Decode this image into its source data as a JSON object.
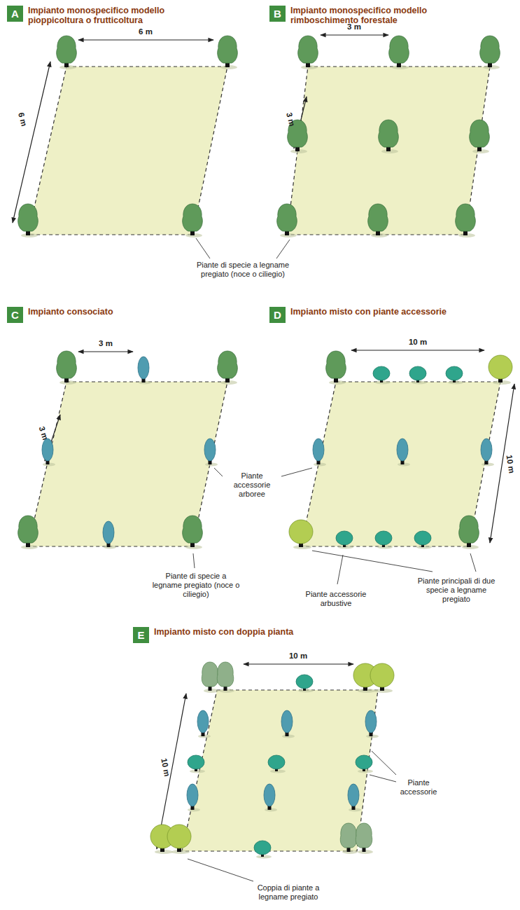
{
  "diagram": {
    "nodes": [
      {
        "text": [
          "A",
          "Impianto monospecifico modello pioppicoltura o frutticoltura"
        ]
      },
      {
        "text": [
          "B",
          "Impianto monospecifico modello rimboschimento forestale"
        ]
      },
      {
        "text": [
          "C",
          "Impianto consociato"
        ]
      },
      {
        "text": [
          "D",
          "Impianto misto con piante accessorie"
        ]
      },
      {
        "text": [
          "E",
          "Impianto misto con doppia pianta"
        ]
      }
    ],
    "labels": [
      "6 m",
      "6 m",
      "Piante di specie a legname pregiato (noce o ciliegio)",
      "3 m",
      "3 m",
      "3 m",
      "3 m",
      "Piante accessorie arboree",
      "Piante di specie a legname pregiato (noce o ciliegio)",
      "10 m",
      "10 m",
      "Piante accessorie arbustive",
      "Piante principali di due specie a legname pregiato",
      "10 m",
      "10 m",
      "Piante accessorie",
      "Coppia di piante a legname pregiato"
    ]
  }
}
